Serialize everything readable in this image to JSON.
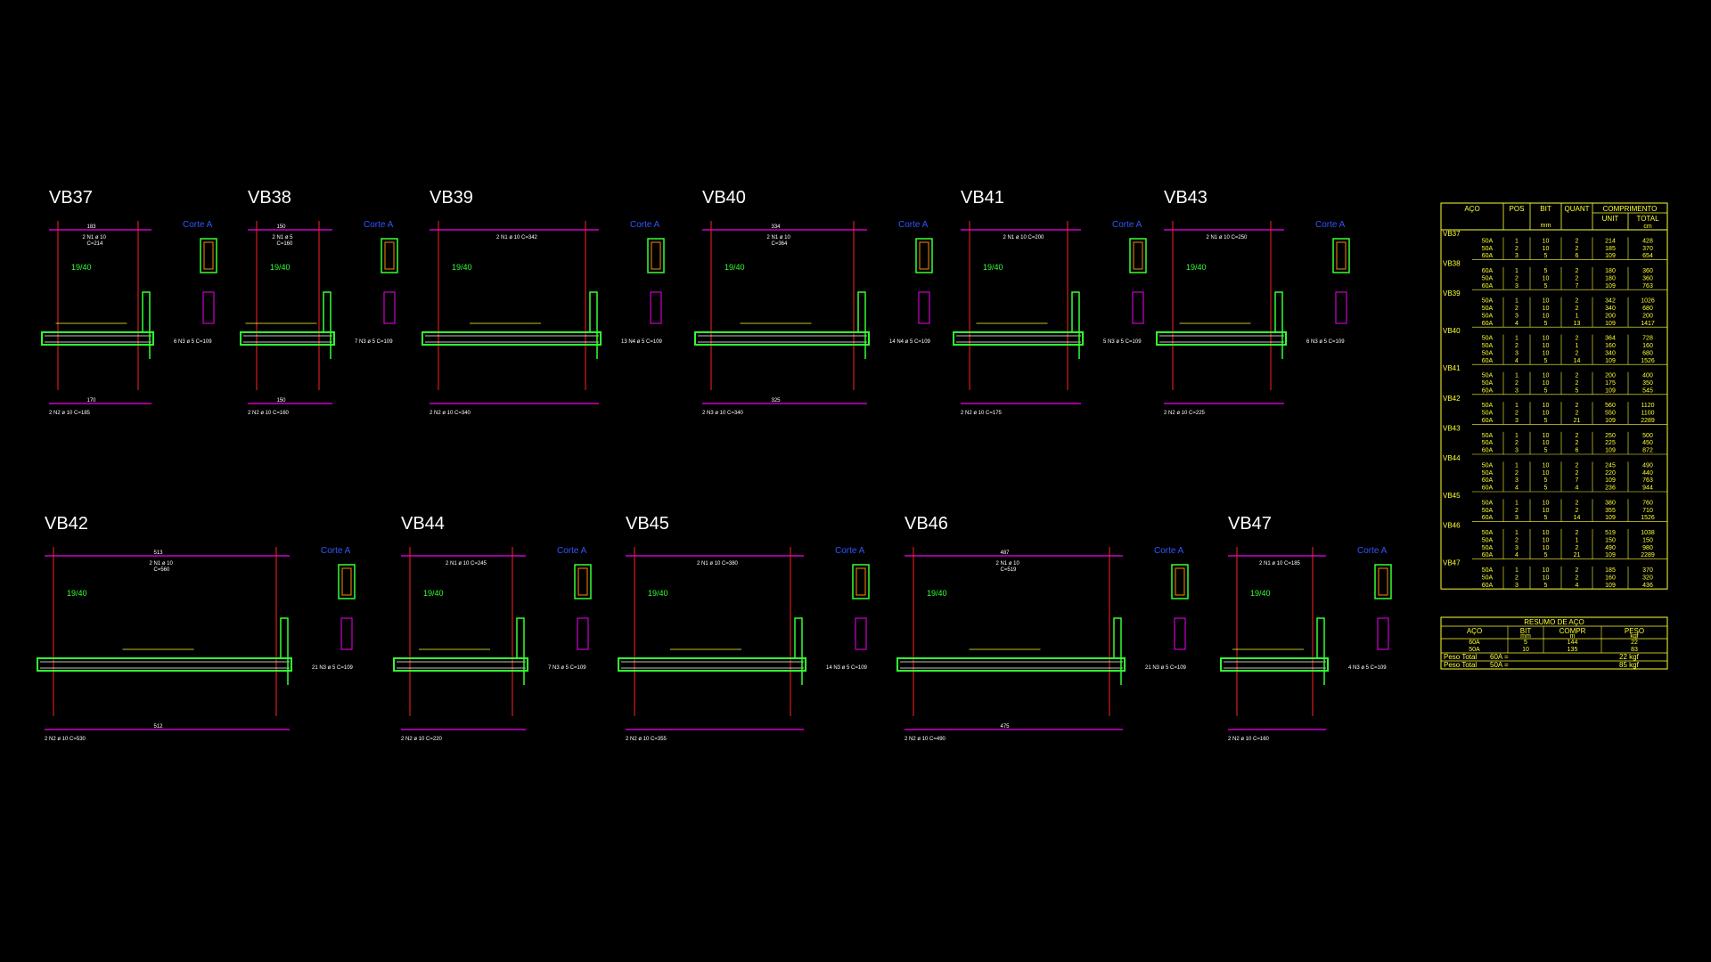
{
  "drawing": {
    "corte_label": "Corte A",
    "beams": [
      {
        "id": "VB37",
        "section": "19/40",
        "top": "2  N1  ø 10",
        "top_len": "C=214",
        "bot": "2  N2  ø 10   C=185",
        "stir": "6  N3  ø 5   C=109",
        "span_top": "183",
        "span_bot": "170"
      },
      {
        "id": "VB38",
        "section": "19/40",
        "top": "2  N1  ø 5",
        "top_len": "C=160",
        "bot": "2  N2  ø 10   C=160",
        "stir": "7  N3  ø 5   C=109",
        "span_top": "150",
        "span_bot": "150"
      },
      {
        "id": "VB39",
        "section": "19/40",
        "top": "2  N1  ø 10   C=342",
        "top_len": "",
        "bot": "2  N2  ø 10   C=340",
        "stir": "13  N4  ø 5   C=109",
        "span_top": "",
        "span_bot": ""
      },
      {
        "id": "VB40",
        "section": "19/40",
        "top": "2  N1  ø 10",
        "top_len": "C=364",
        "bot": "2  N3  ø 10   C=340",
        "stir": "14  N4  ø 5   C=109",
        "span_top": "334",
        "span_bot": "325"
      },
      {
        "id": "VB41",
        "section": "19/40",
        "top": "2  N1  ø 10   C=200",
        "top_len": "",
        "bot": "2  N2  ø 10   C=175",
        "stir": "5  N3  ø 5   C=109",
        "span_top": "",
        "span_bot": ""
      },
      {
        "id": "VB43",
        "section": "19/40",
        "top": "2  N1  ø 10   C=250",
        "top_len": "",
        "bot": "2  N2  ø 10   C=225",
        "stir": "6  N3  ø 5   C=109",
        "span_top": "",
        "span_bot": ""
      },
      {
        "id": "VB42",
        "section": "19/40",
        "top": "2  N1  ø 10",
        "top_len": "C=560",
        "bot": "2  N2  ø 10   C=530",
        "stir": "21  N3  ø 5   C=109",
        "span_top": "513",
        "span_bot": "512"
      },
      {
        "id": "VB44",
        "section": "19/40",
        "top": "2  N1  ø 10   C=245",
        "top_len": "",
        "bot": "2  N2  ø 10   C=220",
        "stir": "7  N3  ø 5   C=109",
        "span_top": "",
        "span_bot": ""
      },
      {
        "id": "VB45",
        "section": "19/40",
        "top": "2  N1  ø 10   C=380",
        "top_len": "",
        "bot": "2  N2  ø 10   C=355",
        "stir": "14  N3  ø 5   C=109",
        "span_top": "",
        "span_bot": ""
      },
      {
        "id": "VB46",
        "section": "19/40",
        "top": "2  N1  ø 10",
        "top_len": "C=519",
        "bot": "2  N2  ø 10   C=490",
        "stir": "21  N3  ø 5   C=109",
        "span_top": "487",
        "span_bot": "475"
      },
      {
        "id": "VB47",
        "section": "19/40",
        "top": "2  N1  ø 10   C=185",
        "top_len": "",
        "bot": "2  N2  ø 10   C=160",
        "stir": "4  N3  ø 5   C=109",
        "span_top": "",
        "span_bot": ""
      }
    ]
  },
  "steel_table": {
    "headers": {
      "aco": "AÇO",
      "pos": "POS",
      "bit": "BIT",
      "quant": "QUANT",
      "comprimento": "COMPRIMENTO",
      "unit": "UNIT",
      "total": "TOTAL",
      "mm": "mm",
      "cm": "cm"
    },
    "groups": [
      {
        "beam": "VB37",
        "rows": [
          [
            "50A",
            "1",
            "10",
            "2",
            "214",
            "428"
          ],
          [
            "50A",
            "2",
            "10",
            "2",
            "185",
            "370"
          ],
          [
            "60A",
            "3",
            "5",
            "6",
            "109",
            "654"
          ]
        ]
      },
      {
        "beam": "VB38",
        "rows": [
          [
            "60A",
            "1",
            "5",
            "2",
            "180",
            "360"
          ],
          [
            "50A",
            "2",
            "10",
            "2",
            "180",
            "360"
          ],
          [
            "60A",
            "3",
            "5",
            "7",
            "109",
            "763"
          ]
        ]
      },
      {
        "beam": "VB39",
        "rows": [
          [
            "50A",
            "1",
            "10",
            "2",
            "342",
            "1026"
          ],
          [
            "50A",
            "2",
            "10",
            "2",
            "340",
            "680"
          ],
          [
            "50A",
            "3",
            "10",
            "1",
            "200",
            "200"
          ],
          [
            "60A",
            "4",
            "5",
            "13",
            "109",
            "1417"
          ]
        ]
      },
      {
        "beam": "VB40",
        "rows": [
          [
            "50A",
            "1",
            "10",
            "2",
            "364",
            "728"
          ],
          [
            "50A",
            "2",
            "10",
            "1",
            "160",
            "160"
          ],
          [
            "50A",
            "3",
            "10",
            "2",
            "340",
            "680"
          ],
          [
            "60A",
            "4",
            "5",
            "14",
            "109",
            "1526"
          ]
        ]
      },
      {
        "beam": "VB41",
        "rows": [
          [
            "50A",
            "1",
            "10",
            "2",
            "200",
            "400"
          ],
          [
            "50A",
            "2",
            "10",
            "2",
            "175",
            "350"
          ],
          [
            "60A",
            "3",
            "5",
            "5",
            "109",
            "545"
          ]
        ]
      },
      {
        "beam": "VB42",
        "rows": [
          [
            "50A",
            "1",
            "10",
            "2",
            "560",
            "1120"
          ],
          [
            "50A",
            "2",
            "10",
            "2",
            "550",
            "1100"
          ],
          [
            "60A",
            "3",
            "5",
            "21",
            "109",
            "2289"
          ]
        ]
      },
      {
        "beam": "VB43",
        "rows": [
          [
            "50A",
            "1",
            "10",
            "2",
            "250",
            "500"
          ],
          [
            "50A",
            "2",
            "10",
            "2",
            "225",
            "450"
          ],
          [
            "60A",
            "3",
            "5",
            "6",
            "109",
            "872"
          ]
        ]
      },
      {
        "beam": "VB44",
        "rows": [
          [
            "50A",
            "1",
            "10",
            "2",
            "245",
            "490"
          ],
          [
            "50A",
            "2",
            "10",
            "2",
            "220",
            "440"
          ],
          [
            "60A",
            "3",
            "5",
            "7",
            "109",
            "763"
          ],
          [
            "60A",
            "4",
            "5",
            "4",
            "236",
            "944"
          ]
        ]
      },
      {
        "beam": "VB45",
        "rows": [
          [
            "50A",
            "1",
            "10",
            "2",
            "380",
            "760"
          ],
          [
            "50A",
            "2",
            "10",
            "2",
            "355",
            "710"
          ],
          [
            "60A",
            "3",
            "5",
            "14",
            "109",
            "1526"
          ]
        ]
      },
      {
        "beam": "VB46",
        "rows": [
          [
            "50A",
            "1",
            "10",
            "2",
            "519",
            "1038"
          ],
          [
            "50A",
            "2",
            "10",
            "1",
            "150",
            "150"
          ],
          [
            "50A",
            "3",
            "10",
            "2",
            "490",
            "980"
          ],
          [
            "60A",
            "4",
            "5",
            "21",
            "109",
            "2289"
          ]
        ]
      },
      {
        "beam": "VB47",
        "rows": [
          [
            "50A",
            "1",
            "10",
            "2",
            "185",
            "370"
          ],
          [
            "50A",
            "2",
            "10",
            "2",
            "160",
            "320"
          ],
          [
            "60A",
            "3",
            "5",
            "4",
            "109",
            "436"
          ]
        ]
      }
    ]
  },
  "summary_table": {
    "title": "RESUMO DE AÇO",
    "headers": {
      "aco": "AÇO",
      "bit": "BIT",
      "compr": "COMPR",
      "peso": "PESO",
      "mm": "mm",
      "m": "m",
      "kgf": "kgf"
    },
    "rows": [
      [
        "60A",
        "5",
        "144",
        "22"
      ],
      [
        "50A",
        "10",
        "135",
        "83"
      ]
    ],
    "peso_total_label": "Peso Total",
    "totals": [
      {
        "steel": "60A =",
        "value": "22 kgf"
      },
      {
        "steel": "50A =",
        "value": "85 kgf"
      }
    ]
  },
  "colors": {
    "background": "#000000",
    "rebar": "#33ff33",
    "dimension": "#cc00cc",
    "axis": "#ff2222",
    "text": "#ffffff",
    "table": "#ffff33",
    "label": "#3355ff"
  }
}
